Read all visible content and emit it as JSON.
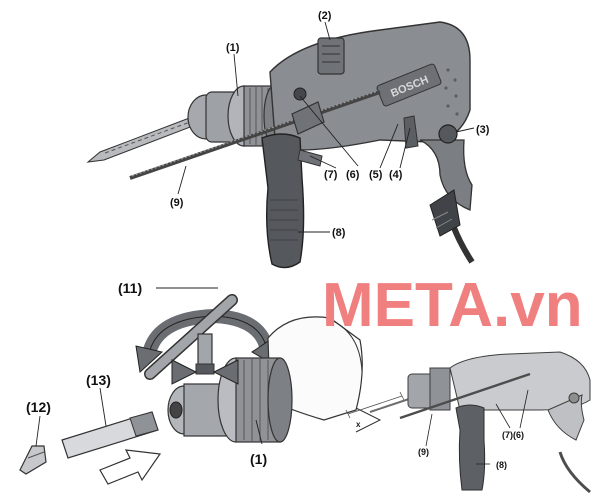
{
  "labels": {
    "top": {
      "l1": "(1)",
      "l2": "(2)",
      "l3": "(3)",
      "l4": "(4)",
      "l5": "(5)",
      "l6": "(6)",
      "l7": "(7)",
      "l8": "(8)",
      "l9": "(9)"
    },
    "bottom": {
      "l11": "(11)",
      "l12": "(12)",
      "l13": "(13)",
      "l1": "(1)"
    },
    "inset": {
      "l9": "(9)",
      "l76": "(7)(6)",
      "l8": "(8)",
      "x": "x"
    }
  },
  "brand_on_tool": "BOSCH",
  "watermark": {
    "text": "META.vn",
    "color": "#f08080"
  },
  "colors": {
    "body": "#8a8d92",
    "body_dark": "#5b5e63",
    "handle": "#55585d",
    "chuck": "#9ea1a6",
    "line": "#222222"
  }
}
